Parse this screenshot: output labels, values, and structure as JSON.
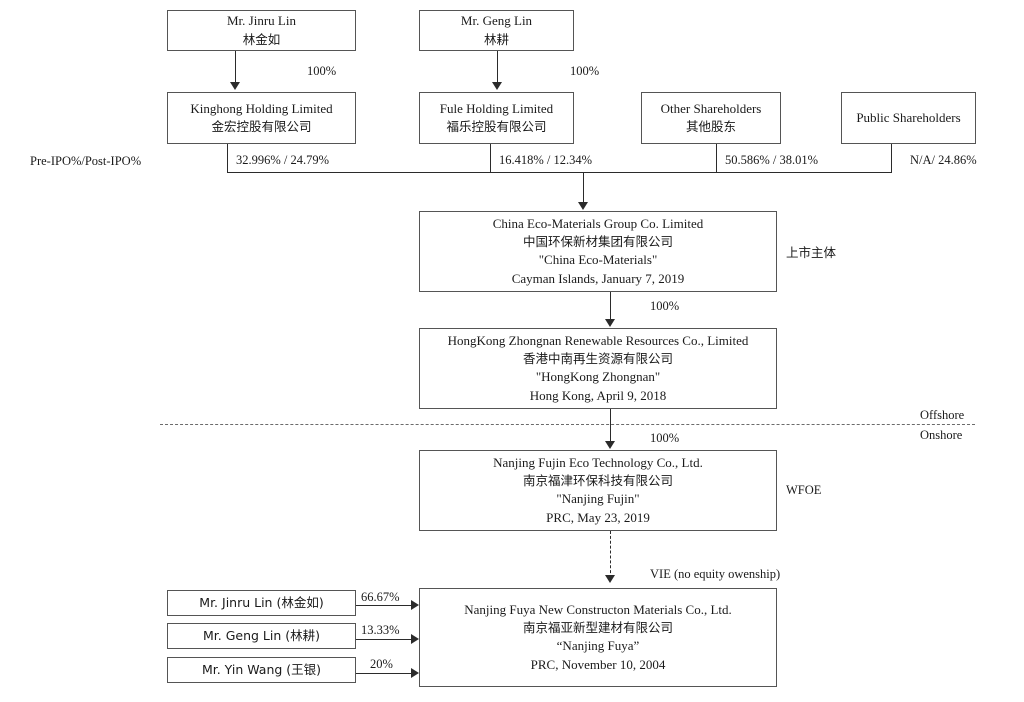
{
  "diagram": {
    "title_label": "Pre-IPO%/Post-IPO%",
    "ownership_row_label": "Pre-IPO%/Post-IPO%",
    "top_individuals": [
      {
        "name_en": "Mr. Jinru Lin",
        "name_cn": "林金如",
        "pct_to_holdco": "100%"
      },
      {
        "name_en": "Mr. Geng Lin",
        "name_cn": "林耕",
        "pct_to_holdco": "100%"
      }
    ],
    "holding_companies": [
      {
        "name_en": "Kinghong Holding Limited",
        "name_cn": "金宏控股有限公司",
        "ownership": "32.996% / 24.79%"
      },
      {
        "name_en": "Fule Holding Limited",
        "name_cn": "福乐控股有限公司",
        "ownership": "16.418% / 12.34%"
      }
    ],
    "other_shareholders": [
      {
        "name_en": "Other Shareholders",
        "name_cn": "其他股东",
        "ownership": "50.586% / 38.01%"
      },
      {
        "name_en": "Public Shareholders",
        "name_cn": "",
        "ownership": "N/A/ 24.86%"
      }
    ],
    "listed_entity": {
      "name_en": "China Eco-Materials Group Co. Limited",
      "name_cn": "中国环保新材集团有限公司",
      "short_name": "\"China Eco-Materials\"",
      "jurisdiction": "Cayman Islands, January 7, 2019",
      "side_label": "上市主体",
      "pct_to_child": "100%"
    },
    "hk_entity": {
      "name_en": "HongKong Zhongnan Renewable Resources Co., Limited",
      "name_cn": "香港中南再生资源有限公司",
      "short_name": "\"HongKong Zhongnan\"",
      "jurisdiction": "Hong Kong, April 9, 2018",
      "pct_to_child": "100%"
    },
    "boundary": {
      "above_label": "Offshore",
      "below_label": "Onshore"
    },
    "wfoe_entity": {
      "name_en": "Nanjing Fujin Eco Technology Co., Ltd.",
      "name_cn": "南京福津环保科技有限公司",
      "short_name": "\"Nanjing Fujin\"",
      "jurisdiction": "PRC, May 23, 2019",
      "side_label": "WFOE"
    },
    "vie_link_label": "VIE (no equity owenship)",
    "vie_entity": {
      "name_en": "Nanjing Fuya New Constructon Materials Co., Ltd.",
      "name_cn": "南京福亚新型建材有限公司",
      "short_name": "“Nanjing Fuya”",
      "jurisdiction": "PRC, November 10, 2004"
    },
    "vie_shareholders": [
      {
        "label": "Mr. Jinru Lin (林金如)",
        "pct": "66.67%"
      },
      {
        "label": "Mr. Geng Lin (林耕)",
        "pct": "13.33%"
      },
      {
        "label": "Mr. Yin Wang (王银)",
        "pct": "20%"
      }
    ],
    "colors": {
      "line": "#2b2b2b",
      "box_border": "#555555",
      "dashed": "#6b6b6b",
      "text": "#1a1a1a",
      "background": "#ffffff"
    }
  }
}
